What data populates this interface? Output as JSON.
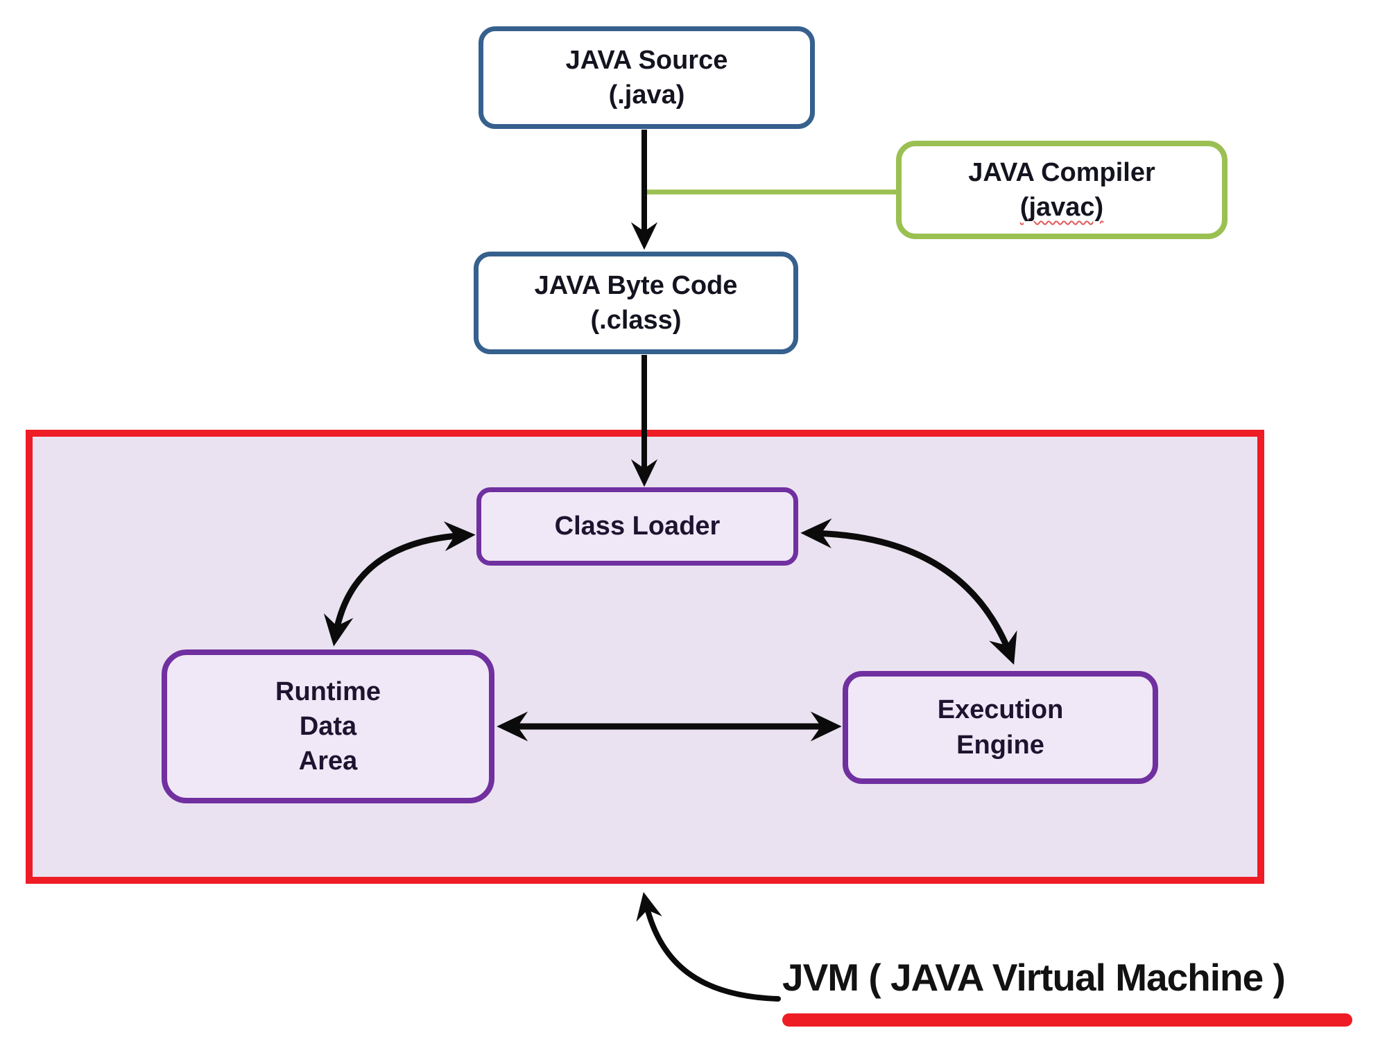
{
  "diagram": {
    "type": "flow-diagram",
    "caption": {
      "text": "JVM ( JAVA Virtual Machine )",
      "underline_color": "#EE1C25"
    },
    "nodes": {
      "java_source": {
        "lines": [
          "JAVA Source",
          "(.java)"
        ],
        "border_color": "#36608D",
        "fill": "#FFFFFF"
      },
      "java_compiler": {
        "lines": [
          "JAVA Compiler",
          "(javac)"
        ],
        "border_color": "#9BC052",
        "fill": "#FFFFFF",
        "note": "spellcheck-squiggle-under-javac"
      },
      "java_byte_code": {
        "lines": [
          "JAVA Byte Code",
          "(.class)"
        ],
        "border_color": "#36608D",
        "fill": "#FFFFFF"
      },
      "class_loader": {
        "lines": [
          "Class Loader"
        ],
        "border_color": "#7030A0",
        "fill": "#F0E8F6"
      },
      "runtime_data_area": {
        "lines": [
          "Runtime",
          "Data",
          "Area"
        ],
        "border_color": "#7030A0",
        "fill": "#F0E8F6"
      },
      "execution_engine": {
        "lines": [
          "Execution",
          "Engine"
        ],
        "border_color": "#7030A0",
        "fill": "#F0E8F6"
      }
    },
    "jvm_container": {
      "border_color": "#EE1C25",
      "fill_color": "#EAE2F0",
      "represents": "JVM ( JAVA Virtual Machine )"
    },
    "edges": [
      {
        "from": "java_source",
        "to": "java_byte_code",
        "style": "straight-arrow-down",
        "color": "#0B0B0B"
      },
      {
        "from": "java_compiler",
        "to": "source-to-bytecode-arrow",
        "style": "plain-line",
        "color": "#9BC052"
      },
      {
        "from": "java_byte_code",
        "to": "class_loader",
        "style": "straight-arrow-down",
        "color": "#0B0B0B"
      },
      {
        "from": "class_loader",
        "to": "runtime_data_area",
        "style": "curved-double-headed-arrow",
        "color": "#0B0B0B"
      },
      {
        "from": "class_loader",
        "to": "execution_engine",
        "style": "curved-double-headed-arrow",
        "color": "#0B0B0B"
      },
      {
        "from": "runtime_data_area",
        "to": "execution_engine",
        "style": "straight-double-headed-arrow",
        "color": "#0B0B0B"
      },
      {
        "from": "caption",
        "to": "jvm_container",
        "style": "curved-arrow",
        "color": "#0B0B0B"
      }
    ]
  }
}
